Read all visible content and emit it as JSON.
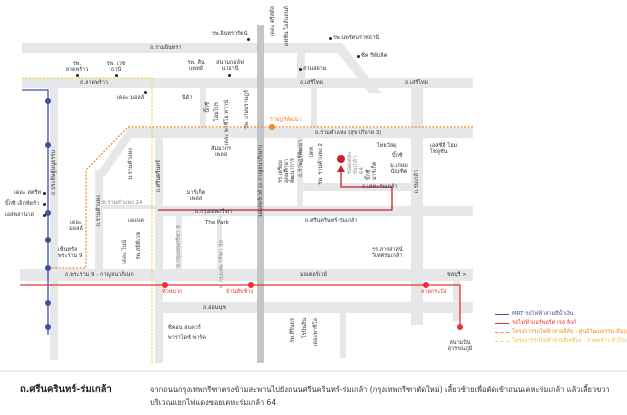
{
  "roads": {
    "ramintra": "ถ.รามอินทรา",
    "ladprao": "ถ.ลาดพร้าว",
    "serithai1": "ถ.เสรีไทย",
    "serithai2": "ถ.เสรีไทย",
    "ramkhamhaeng": "ถ.รามคำแหง (สุขาภิบาล 3)",
    "srinakarin_romklao": "ถ.ศรีนครินทร์-ร่มเกล้า",
    "krungthep_kreetha": "ถ.กรุงเทพกรีฑา",
    "rama9": "ถ.พระราม 9 - กาญจนาภิเษก",
    "motorway": "มอเตอร์เวย์",
    "chonburi": "ชลบุรี >",
    "onnut": "ถ.อ่อนนุช",
    "kheha_romklao": "ถ.เคหะร่มเกล้า",
    "romklao": "ถ.ร่มเกล้า",
    "srinakarin": "ถ.ศรีนครินทร์",
    "ramkhamhaeng_v": "ถ.รามคำแหง",
    "soi_ram24": "ซ.รามคำแหง 24",
    "pradit": "ถ.ประดิษฐ์มนูธรรม",
    "motorway_v": "มอเตอร์เวย์ (ถ.กาญจนาภิเษก)",
    "kt8": "ซ.กรุงเทพกรีฑา 8",
    "kt30": "ซ.กรุงเทพ กรีฑา 30",
    "ratpattana_rd": "ถ.ราษฎร์พัฒนา"
  },
  "places": {
    "intharat": "รพ.อินทรารัตน์",
    "crystal": "เดอะ คริสตัล",
    "fashion": "แฟชั่น ไอส์แลนด์",
    "nopparat": "รพ.นพรัตนราชธานี",
    "seacon_rep": "ซีค รีพับลิค",
    "siam_park": "สวนสยาม",
    "ladprao_hosp": "รพ. ลาดพร้าว",
    "vejthani": "รพ. เวชธานี",
    "synphaet": "รพ. สินแพทย์",
    "navathanee": "สนามกอล์ฟ นวธานี",
    "the_mall_bk": "เดอะ มอลล์",
    "nissan": "นิด้า",
    "bigc1": "บิ๊กซี",
    "homepro": "โฮมโปร",
    "paseo": "เดอะ พาซิโอ ทาวน์",
    "kasemrad": "รพ. เกษมราษฎร์",
    "sammakorn": "สัมมากร เพลส",
    "triam": "รร.เตรียมอุดมศึกษาพัฒนาการ",
    "pts": "ปตท.",
    "ram2": "รพ. รามคำแหง 2",
    "destination": "ซอยเคหะ ร่มเกล้า 64",
    "bigc_market": "บิ๊กซี มาร์เก็ต",
    "thaiwatsadu": "ไทยวัสดุ",
    "bigc2": "บิ๊กซี",
    "kasem": "ม.เกษม บัณฑิต",
    "scg": "เอสซีจี โฮม โซลูชั่น",
    "market_place": "มาร์เก็ต เพลส",
    "the_park": "The Park",
    "sarasas": "รร.สารสาสน์ วิเทศร่มเกล้า",
    "the_street": "เดอะ สตรีท",
    "bigc_extra": "บิ๊กซี เอ็กซ์ตร้า",
    "esplanade": "เอสพลานาด",
    "the_mall_bkp": "เดอะ มอลล์",
    "central": "เซ็นทรัล พระราม 9",
    "ram_univ": "ม.รามคำแหง",
    "abac": "เอแบค",
    "the_nine": "เดอะ ไนน์",
    "samitivej": "รพ.สมิติเวช",
    "seacon": "ซีคอน สแควร์",
    "paradise": "พาราไดซ์ พาร์ค",
    "sirindhorn": "รพ.สิรินธร",
    "robinson": "โรบินสัน",
    "paseo2": "เดอะพาซิโอ"
  },
  "stations": {
    "ratpattana": "ราษฎร์พัฒนา",
    "huamak": "หัวหมาก",
    "bantabchang": "บ้านทับช้าง",
    "ladkrabang": "ลาดกระบัง",
    "airport": "สนามบิน สุวรรณภูมิ"
  },
  "legend": [
    "MRT รถไฟฟ้าสายสีน้ำเงิน",
    "รถไฟฟ้าแอร์พอร์ต เรล ลิงก์",
    "โครงการรถไฟฟ้าสายสีส้ม : ศูนย์วัฒนธรรม-มีนบุรี",
    "โครงการรถไฟฟ้าสายสีเหลือง : ลาดพร้าว-สำโรง"
  ],
  "colors": {
    "mrt": "#3d4fa3",
    "arl": "#e8303a",
    "orange": "#f08a24",
    "yellow": "#f5d34a",
    "route": "#c8202e"
  },
  "footer": {
    "title": "ถ.ศรีนครินทร์-ร่มเกล้า",
    "description": "จากถนนกรุงเทพกรีฑาตรงข้ามสะพานไปยังถนนศรีนครินทร์-ร่มเกล้า (กรุงเทพกรีฑาตัดใหม่) เลี้ยวซ้ายเพื่อตัดเข้าถนนเคหะร่มเกล้า แล้วเลี้ยวขวาบริเวณแยกไฟแดงซอยเคหะร่มเกล้า 64"
  }
}
